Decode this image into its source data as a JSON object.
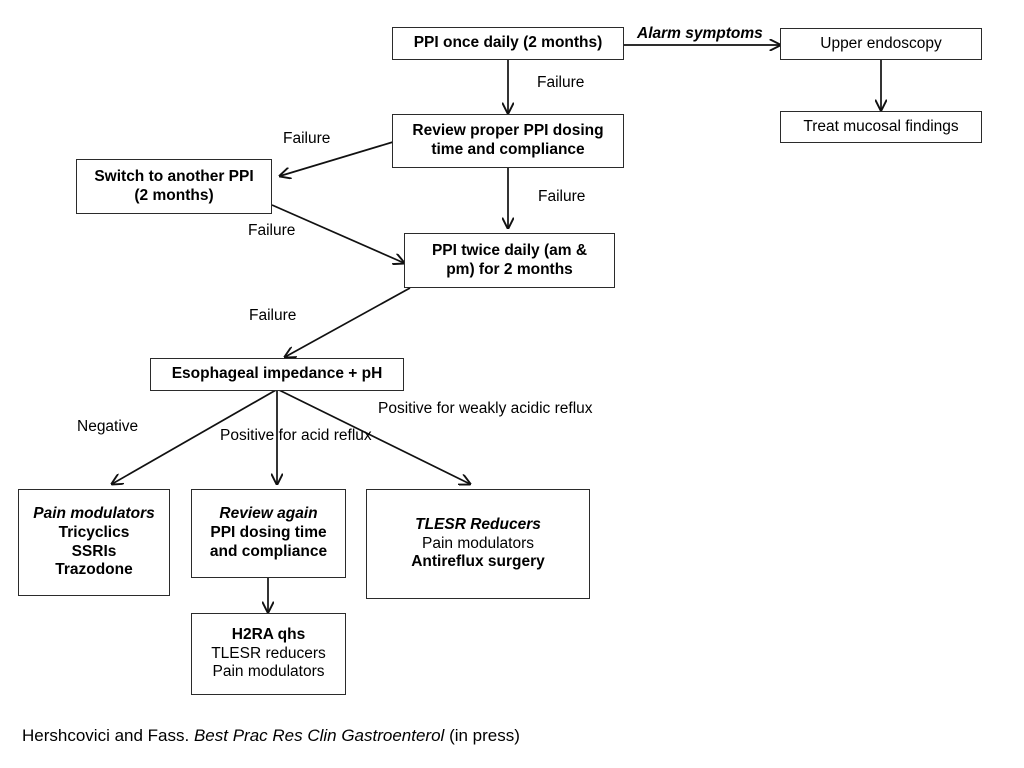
{
  "diagram": {
    "title": "GERD / refractory heartburn treatment algorithm",
    "nodes": [
      {
        "id": "ppi_once",
        "lines": [
          {
            "text": "PPI once daily (2 months)",
            "style": "b"
          }
        ]
      },
      {
        "id": "upper_endo",
        "lines": [
          {
            "text": "Upper endoscopy",
            "style": "r"
          }
        ]
      },
      {
        "id": "treat_mucosal",
        "lines": [
          {
            "text": "Treat mucosal findings",
            "style": "r"
          }
        ]
      },
      {
        "id": "review_ppi",
        "lines": [
          {
            "text": "Review proper PPI dosing",
            "style": "b"
          },
          {
            "text": "time and compliance",
            "style": "b"
          }
        ]
      },
      {
        "id": "switch_ppi",
        "lines": [
          {
            "text": "Switch to another PPI",
            "style": "b"
          },
          {
            "text": "(2 months)",
            "style": "b"
          }
        ]
      },
      {
        "id": "ppi_twice",
        "lines": [
          {
            "text": "PPI twice daily (am &",
            "style": "b"
          },
          {
            "text": "pm) for 2 months",
            "style": "b"
          }
        ]
      },
      {
        "id": "impedance",
        "lines": [
          {
            "text": "Esophageal impedance + pH",
            "style": "b"
          }
        ]
      },
      {
        "id": "pain_mod",
        "lines": [
          {
            "text": "Pain modulators",
            "style": "bi"
          },
          {
            "text": "Tricyclics",
            "style": "b"
          },
          {
            "text": "SSRIs",
            "style": "b"
          },
          {
            "text": "Trazodone",
            "style": "b"
          }
        ]
      },
      {
        "id": "review_again",
        "lines": [
          {
            "text": "Review again",
            "style": "bi"
          },
          {
            "text": "PPI dosing time",
            "style": "b"
          },
          {
            "text": "and compliance",
            "style": "b"
          }
        ]
      },
      {
        "id": "tlesr",
        "lines": [
          {
            "text": "TLESR Reducers",
            "style": "bi"
          },
          {
            "text": "Pain modulators",
            "style": "r"
          },
          {
            "text": "Antireflux surgery",
            "style": "b"
          }
        ]
      },
      {
        "id": "h2ra",
        "lines": [
          {
            "text": "H2RA qhs",
            "style": "b"
          },
          {
            "text": "TLESR reducers",
            "style": "r"
          },
          {
            "text": "Pain modulators",
            "style": "r"
          }
        ]
      }
    ],
    "edge_labels": [
      {
        "id": "alarm_symptoms",
        "lines": [
          "Alarm symptoms"
        ]
      },
      {
        "id": "failure_1",
        "lines": [
          "Failure"
        ]
      },
      {
        "id": "failure_2",
        "lines": [
          "Failure"
        ]
      },
      {
        "id": "failure_3",
        "lines": [
          "Failure"
        ]
      },
      {
        "id": "failure_4",
        "lines": [
          "Failure"
        ]
      },
      {
        "id": "failure_5",
        "lines": [
          "Failure"
        ]
      },
      {
        "id": "negative",
        "lines": [
          "Negative"
        ]
      },
      {
        "id": "positive_acid",
        "lines": [
          "Positive",
          "for acid  reflux"
        ]
      },
      {
        "id": "positive_weak",
        "lines": [
          "Positive for",
          "weakly acidic reflux"
        ]
      }
    ],
    "citation": {
      "authors": "Hershcovici  and Fass. ",
      "journal": "Best Prac Res Clin Gastroenterol",
      "status": " (in press)"
    },
    "colors": {
      "border": "#2b2b2b",
      "text": "#000000",
      "background": "#ffffff"
    }
  }
}
